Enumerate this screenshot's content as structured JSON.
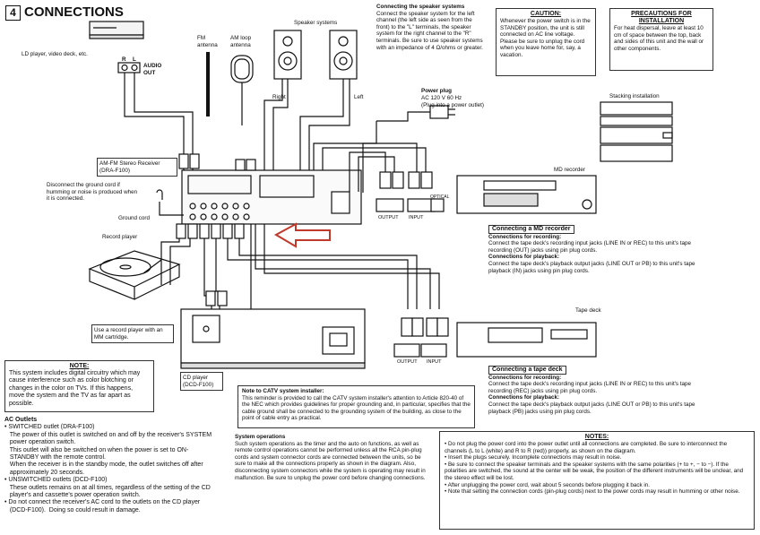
{
  "section": {
    "number": "4",
    "title": "CONNECTIONS"
  },
  "labels": {
    "ld_player": "LD player, video deck, etc.",
    "r": "R",
    "l": "L",
    "audio_out": "AUDIO\nOUT",
    "fm_antenna": "FM\nantenna",
    "am_antenna": "AM loop\nantenna",
    "speaker_systems": "Speaker systems",
    "right": "Right",
    "left": "Left",
    "receiver": "AM-FM Stereo Receiver\n(DRA-F100)",
    "ground_note": "Disconnect the ground cord if humming or noise is produced when it is connected.",
    "ground_cord": "Ground cord",
    "record_player": "Record player",
    "mm_cartridge": "Use a record player with an MM cartridge.",
    "cd_player": "CD player\n(DCD-F100)",
    "stacking": "Stacking installation",
    "md_recorder": "MD recorder",
    "tape_deck": "Tape deck",
    "output": "OUTPUT",
    "input": "INPUT",
    "optical": "OPTICAL",
    "power_plug_title": "Power plug",
    "power_plug_text": "AC 120 V 60 Hz\n(Plug into a power outlet)"
  },
  "speaker_section": {
    "title": "Connecting the speaker systems",
    "text": "Connect the speaker system for the left channel (the left side as seen from the front) to the \"L\" terminals, the speaker system for the right channel to the \"R\" terminals. Be sure to use speaker systems with an impedance of 4 Ω/ohms or greater."
  },
  "caution": {
    "title": "CAUTION:",
    "text": "Whenever the power switch is in the STANDBY position, the unit is still connected on AC line voltage.\nPlease be sure to unplug the cord when you leave home for, say, a vacation."
  },
  "precautions": {
    "title": "PRECAUTIONS FOR\nINSTALLATION",
    "text": "For heat dispersal, leave at least 10 cm of space between the top, back and sides of this unit and the wall or other components."
  },
  "md_box": {
    "title": "Connecting a MD recorder",
    "rec_title": "Connections for recording:",
    "rec_text": "Connect the tape deck's recording input jacks (LINE IN or REC) to this unit's tape recording (OUT) jacks using pin plug cords.",
    "play_title": "Connections for playback:",
    "play_text": "Connect the tape deck's playback output jacks (LINE OUT or PB) to this unit's tape playback (IN) jacks using pin plug cords."
  },
  "tape_box": {
    "title": "Connecting a tape deck",
    "rec_title": "Connections for recording:",
    "rec_text": "Connect the tape deck's recording input jacks (LINE IN or REC) to this unit's tape recording (REC) jacks using pin plug cords.",
    "play_title": "Connections for playback:",
    "play_text": "Connect the tape deck's playback output jacks (LINE OUT or PB) to this unit's tape playback (PB) jacks using pin plug cords."
  },
  "note_left": {
    "title": "NOTE:",
    "text": "This system includes digital circuitry which may cause interference such as color blotching or changes in the color on TVs. If this happens, move the system and the TV as far apart as possible."
  },
  "catv": {
    "title": "Note to CATV system installer:",
    "text": "This reminder is provided to call the CATV system installer's attention to Article 820-40 of the NEC which provides guidelines for proper grounding and, in particular, specifies that the cable ground shall be connected to the grounding system of the building, as close to the point of cable entry as practical."
  },
  "ac_outlets": {
    "title": "AC Outlets",
    "items": [
      "• SWITCHED outlet (DRA-F100)",
      "   The power of this outlet is switched on and off by the receiver's SYSTEM",
      "   power operation switch.",
      "   This outlet will also be switched on when the power is set to ON-",
      "   STANDBY with the remote control.",
      "   When the receiver is in the standby mode, the outlet switches off after",
      "   approximately 20 seconds.",
      "• UNSWITCHED outlets (DCD-F100)",
      "   These outlets remains on at all times, regardless of the setting of the CD",
      "   player's and cassette's power operation switch.",
      "• Do not connect the receiver's AC cord to the outlets on the CD player",
      "   (DCD-F100).  Doing so could result in damage."
    ]
  },
  "system_ops": {
    "title": "System operations",
    "text": "Such system operations as the timer and the auto on functions, as well as remote control operations cannot be performed unless all the RCA pin-plug cords and system connector cords are connected between the units, so be sure to make all the connections properly as shown in the diagram. Also, disconnecting system connectors while the system is operating may result in malfunction. Be sure to unplug the power cord before changing connections."
  },
  "notes_right": {
    "title": "NOTES:",
    "items": [
      "• Do not plug the power cord into the power outlet until all connections are completed. Be sure to interconnect the channels (L to L (white) and R to R (red)) properly, as shown on the diagram.",
      "• Insert the plugs securely. Incomplete connections may result in noise.",
      "• Be sure to connect the speaker terminals and the speaker systems with the same polarities (+ to +, − to −). If the polarities are switched, the sound at the center will be weak, the position of the different instruments will be unclear, and the stereo effect will be lost.",
      "• After unplugging the power cord, wait about 5 seconds before plugging it back in.",
      "• Note that setting the connection cords (pin-plug cords) next to the power cords may result in humming or other noise."
    ]
  },
  "colors": {
    "arrow": "#c0392b",
    "line": "#111111"
  }
}
